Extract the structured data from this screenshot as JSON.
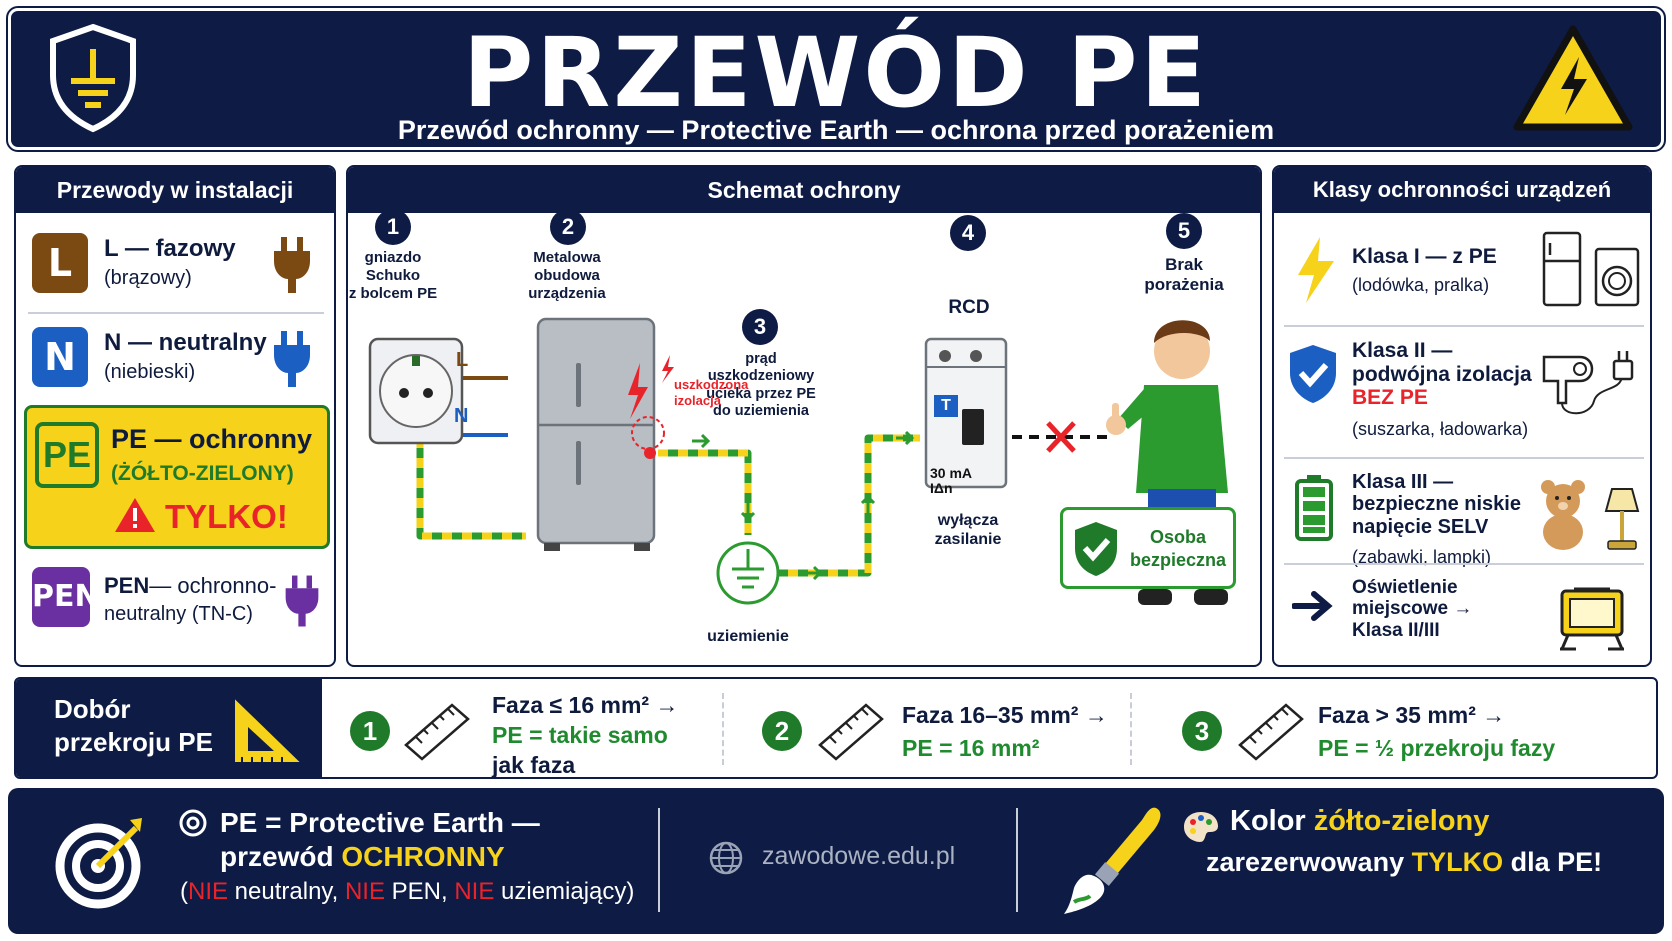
{
  "header": {
    "title": "PRZEWÓD PE",
    "subtitle": "Przewód ochronny — Protective Earth — ochrona przed porażeniem"
  },
  "wires": {
    "head": "Przewody w instalacji",
    "items": [
      {
        "badge": "L",
        "title": "L — fazowy",
        "sub": "(brązowy)",
        "color": "#7a4a12"
      },
      {
        "badge": "N",
        "title": "N — neutralny",
        "sub": "(niebieski)",
        "color": "#1c5fc2"
      },
      {
        "badge": "PE",
        "title": "PE — ochronny",
        "sub": "(ŻÓŁTO-ZIELONY)",
        "warn": "TYLKO!",
        "color": "#f6d21a"
      },
      {
        "badge": "PEN",
        "title": "PEN",
        "title2": "— ochronno-",
        "sub": "neutralny (TN-C)",
        "color": "#6a2fa0"
      }
    ]
  },
  "schema": {
    "head": "Schemat ochrony",
    "s1": "1",
    "s1_text": [
      "gniazdo",
      "Schuko",
      "z bolcem PE"
    ],
    "s2": "2",
    "s2_text": [
      "Metalowa",
      "obudowa",
      "urządzenia"
    ],
    "s3": "3",
    "s3_text": [
      "prąd",
      "uszkodzeniowy",
      "ucieka przez PE",
      "do uziemienia"
    ],
    "s4": "4",
    "s4_text": "RCD",
    "s5": "5",
    "s5_text": [
      "Brak",
      "porażenia"
    ],
    "damage": [
      "uszkodzona",
      "izolacja"
    ],
    "wire_L": "L",
    "wire_N": "N",
    "rcd_t": "T",
    "rcd_rating": "30 mA",
    "rcd_sym": "IΔn",
    "rcd_caption": [
      "wyłącza",
      "zasilanie"
    ],
    "ground": "uziemienie",
    "safe": [
      "Osoba",
      "bezpieczna"
    ]
  },
  "classes": {
    "head": "Klasy ochronności urządzeń",
    "c1_title": "Klasa I — z PE",
    "c1_sub": "(lodówka, pralka)",
    "c2_title": [
      "Klasa II —",
      "podwójna izolacja"
    ],
    "c2_red": "BEZ PE",
    "c2_sub": "(suszarka, ładowarka)",
    "c3_title": [
      "Klasa III —",
      "bezpieczne niskie",
      "napięcie SELV"
    ],
    "c3_sub": "(zabawki, lampki)",
    "c4_title": [
      "Oświetlenie",
      "miejscowe →",
      "Klasa II/III"
    ]
  },
  "dobor": {
    "head": [
      "Dobór",
      "przekroju PE"
    ],
    "steps": [
      {
        "n": "1",
        "a": "Faza ≤ 16 mm² →",
        "b": "PE = takie samo",
        "c": "jak faza"
      },
      {
        "n": "2",
        "a": "Faza 16–35 mm² →",
        "b": "PE = 16 mm²"
      },
      {
        "n": "3",
        "a": "Faza > 35 mm² →",
        "b": "PE = ½ przekroju fazy"
      }
    ]
  },
  "footer": {
    "l1": "PE = Protective Earth —",
    "l2a": "przewód ",
    "l2b": "OCHRONNY",
    "l3": [
      "(",
      "NIE",
      " neutralny, ",
      "NIE",
      " PEN, ",
      "NIE",
      " uziemiający)"
    ],
    "site": "zawodowe.edu.pl",
    "r1a": "Kolor ",
    "r1b": "żółto-zielony",
    "r2a": "zarezerwowany ",
    "r2b": "TYLKO",
    "r2c": " dla PE!"
  }
}
